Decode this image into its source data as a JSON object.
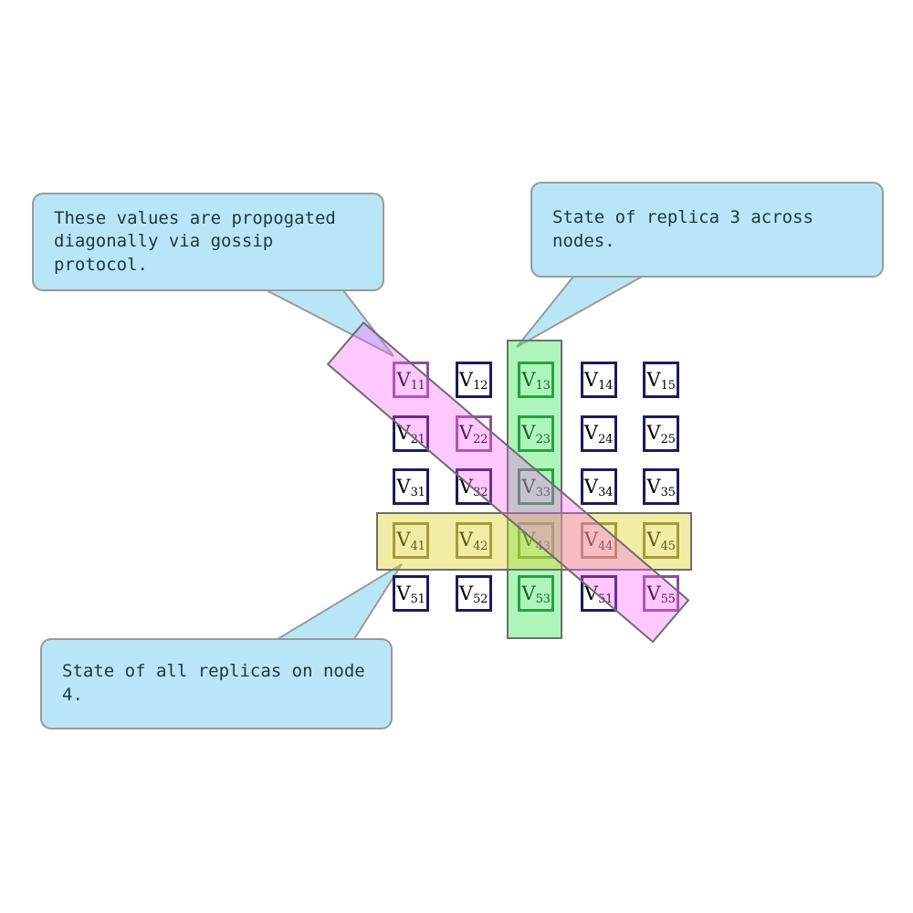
{
  "diagram": {
    "title": "Replica state grid with gossip propagation",
    "colors": {
      "cell_border": "#1b1b5c",
      "cell_fill": "#ffffff",
      "band_outline": "#6e6e6e",
      "column_band": "#3ce65a",
      "row_band": "#ded428",
      "diagonal_band": "#ff5aff",
      "callout_fill": "#b9e6f7",
      "callout_border": "#9a9a9a",
      "callout_text": "#1b3840"
    },
    "grid": {
      "rows": 5,
      "columns": 5,
      "cells": [
        [
          {
            "base": "V",
            "sub": "11"
          },
          {
            "base": "V",
            "sub": "12"
          },
          {
            "base": "V",
            "sub": "13"
          },
          {
            "base": "V",
            "sub": "14"
          },
          {
            "base": "V",
            "sub": "15"
          }
        ],
        [
          {
            "base": "V",
            "sub": "21"
          },
          {
            "base": "V",
            "sub": "22"
          },
          {
            "base": "V",
            "sub": "23"
          },
          {
            "base": "V",
            "sub": "24"
          },
          {
            "base": "V",
            "sub": "25"
          }
        ],
        [
          {
            "base": "V",
            "sub": "31"
          },
          {
            "base": "V",
            "sub": "32"
          },
          {
            "base": "V",
            "sub": "33"
          },
          {
            "base": "V",
            "sub": "34"
          },
          {
            "base": "V",
            "sub": "35"
          }
        ],
        [
          {
            "base": "V",
            "sub": "41"
          },
          {
            "base": "V",
            "sub": "42"
          },
          {
            "base": "V",
            "sub": "43"
          },
          {
            "base": "V",
            "sub": "44"
          },
          {
            "base": "V",
            "sub": "45"
          }
        ],
        [
          {
            "base": "V",
            "sub": "51"
          },
          {
            "base": "V",
            "sub": "52"
          },
          {
            "base": "V",
            "sub": "53"
          },
          {
            "base": "V",
            "sub": "51"
          },
          {
            "base": "V",
            "sub": "55"
          }
        ]
      ]
    },
    "highlights": {
      "column_band": {
        "label": "replica-3-column",
        "covers_column": 3
      },
      "row_band": {
        "label": "node-4-row",
        "covers_row": 4
      },
      "diagonal_band": {
        "label": "gossip-diagonal",
        "covers_cells": [
          "V11",
          "V22",
          "V33",
          "V44",
          "V55"
        ]
      }
    },
    "callouts": [
      {
        "id": "diagonal",
        "text": "These values are propogated\ndiagonally via gossip protocol."
      },
      {
        "id": "replica",
        "text": "State of replica 3 across nodes."
      },
      {
        "id": "node",
        "text": "State of all replicas on node 4."
      }
    ]
  }
}
